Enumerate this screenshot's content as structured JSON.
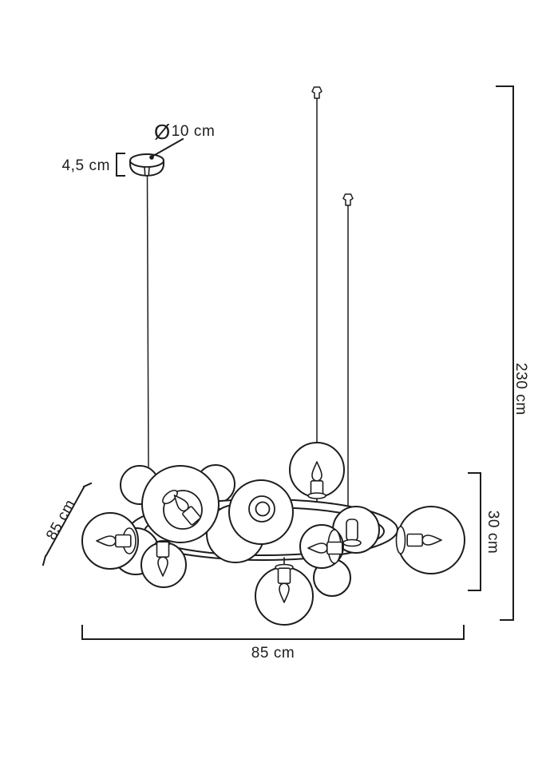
{
  "figure": {
    "background": "#ffffff",
    "line_color": "#1d1d1b"
  },
  "labels": {
    "canopy_diameter": {
      "symbol": "Ø",
      "value": "10 cm"
    },
    "canopy_height": "4,5 cm",
    "overall_height": "230 cm",
    "fixture_height": "30 cm",
    "fixture_width": "85 cm",
    "fixture_depth": "85 cm"
  }
}
